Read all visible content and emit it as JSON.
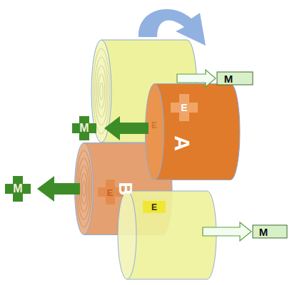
{
  "diagram": {
    "nodes": [
      {
        "text": [
          "A"
        ]
      },
      {
        "text": [
          "B"
        ]
      }
    ],
    "labels": [
      "M",
      "E",
      "E",
      "M",
      "M",
      "E",
      "E",
      "M"
    ]
  }
}
